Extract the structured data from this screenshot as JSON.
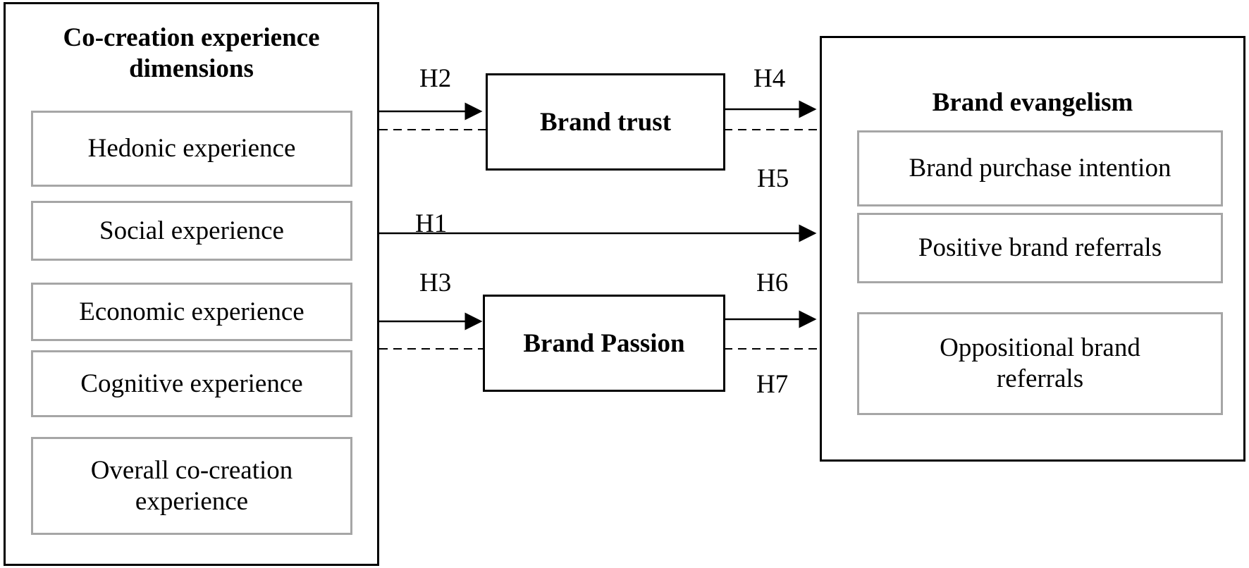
{
  "left_panel": {
    "title": "Co-creation experience dimensions",
    "items": [
      "Hedonic experience",
      "Social experience",
      "Economic experience",
      "Cognitive experience",
      "Overall co-creation experience"
    ]
  },
  "mediators": {
    "trust": "Brand trust",
    "passion": "Brand Passion"
  },
  "right_panel": {
    "title": "Brand evangelism",
    "items": [
      "Brand purchase intention",
      "Positive brand referrals",
      "Oppositional brand referrals"
    ]
  },
  "hypotheses": {
    "h1": "H1",
    "h2": "H2",
    "h3": "H3",
    "h4": "H4",
    "h5": "H5",
    "h6": "H6",
    "h7": "H7"
  }
}
